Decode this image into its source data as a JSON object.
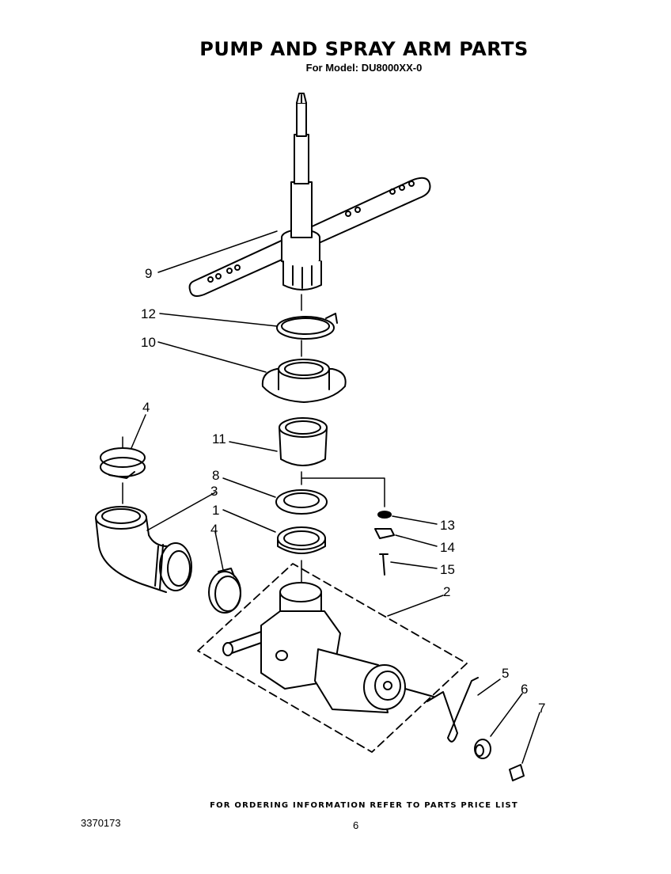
{
  "header": {
    "title": "PUMP AND SPRAY ARM PARTS",
    "subtitle": "For Model: DU8000XX-0"
  },
  "callouts": [
    "9",
    "12",
    "10",
    "4",
    "11",
    "8",
    "3",
    "1",
    "4",
    "13",
    "14",
    "15",
    "2",
    "5",
    "6",
    "7"
  ],
  "footer": {
    "note": "FOR ORDERING INFORMATION REFER TO PARTS PRICE LIST",
    "doc_number": "3370173",
    "page_number": "6"
  }
}
